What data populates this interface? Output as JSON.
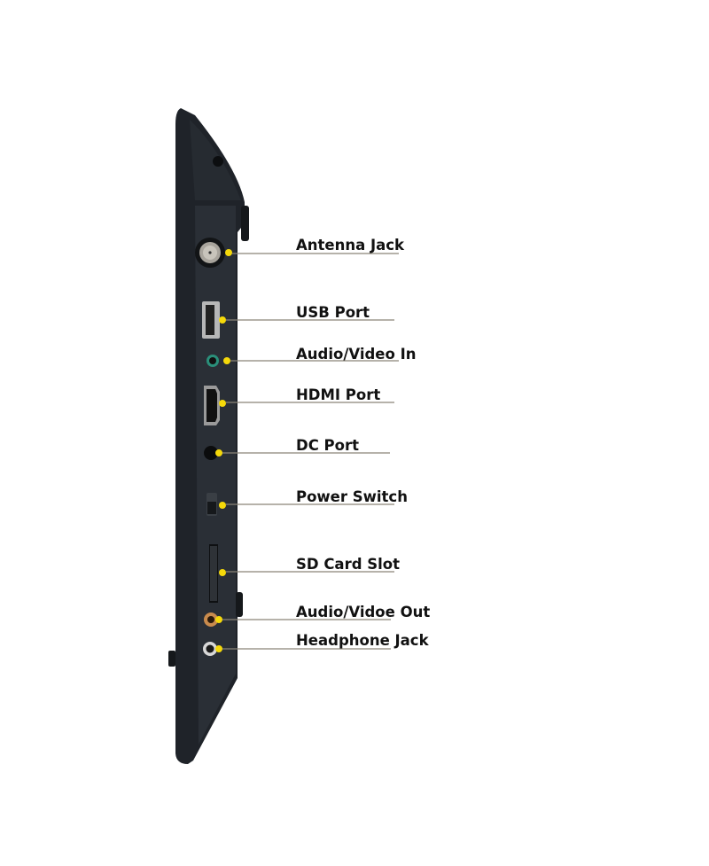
{
  "colors": {
    "device_body": "#1f2329",
    "device_edge": "#2d333b",
    "callout_dot": "#f5d90a",
    "leader_line": "#8a8478"
  },
  "ports": [
    {
      "label": "Antenna Jack",
      "icon": "coax-antenna-icon"
    },
    {
      "label": "USB Port",
      "icon": "usb-port-icon"
    },
    {
      "label": "Audio/Video In",
      "icon": "av-in-jack-icon"
    },
    {
      "label": "HDMI Port",
      "icon": "hdmi-port-icon"
    },
    {
      "label": "DC Port",
      "icon": "dc-port-icon"
    },
    {
      "label": "Power Switch",
      "icon": "power-switch-icon"
    },
    {
      "label": "SD Card Slot",
      "icon": "sd-card-slot-icon"
    },
    {
      "label": "Audio/Vidoe Out",
      "icon": "av-out-jack-icon"
    },
    {
      "label": "Headphone Jack",
      "icon": "headphone-jack-icon"
    }
  ]
}
